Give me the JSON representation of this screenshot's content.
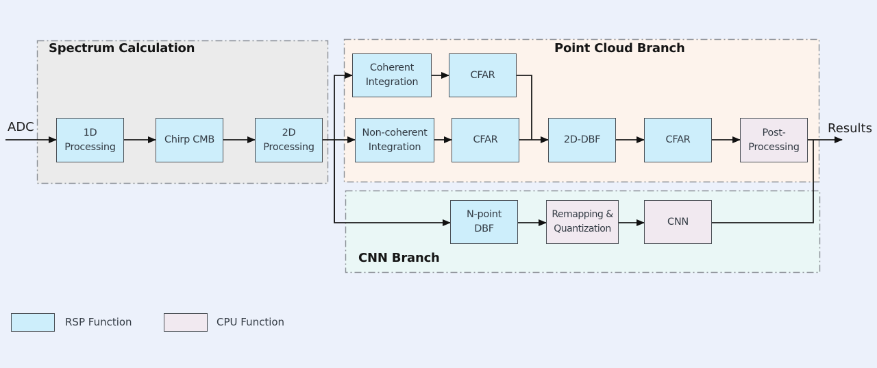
{
  "colors": {
    "background": "#ecf1fb",
    "spectrum_region_fill": "#ebebeb",
    "point_cloud_region_fill": "#fdf3ec",
    "cnn_region_fill": "#eaf7f6",
    "rsp_block_fill": "#cdeefb",
    "cpu_block_fill": "#f1e9f0",
    "border": "#4a4f55",
    "dash_border": "#8a8f95"
  },
  "io": {
    "input_label": "ADC",
    "output_label": "Results"
  },
  "regions": {
    "spectrum": {
      "title": "Spectrum Calculation"
    },
    "point_cloud": {
      "title": "Point Cloud Branch"
    },
    "cnn": {
      "title": "CNN Branch"
    }
  },
  "blocks": {
    "proc_1d": {
      "label": "1D\nProcessing",
      "type": "RSP"
    },
    "chirp_cmb": {
      "label": "Chirp CMB",
      "type": "RSP"
    },
    "proc_2d": {
      "label": "2D\nProcessing",
      "type": "RSP"
    },
    "coherent": {
      "label": "Coherent\nIntegration",
      "type": "RSP"
    },
    "cfar_top": {
      "label": "CFAR",
      "type": "RSP"
    },
    "noncoherent": {
      "label": "Non-coherent\nIntegration",
      "type": "RSP"
    },
    "cfar_mid": {
      "label": "CFAR",
      "type": "RSP"
    },
    "dbf_2d": {
      "label": "2D-DBF",
      "type": "RSP"
    },
    "cfar_final": {
      "label": "CFAR",
      "type": "RSP"
    },
    "post": {
      "label": "Post-\nProcessing",
      "type": "CPU"
    },
    "npoint_dbf": {
      "label": "N-point\nDBF",
      "type": "RSP"
    },
    "remap": {
      "label": "Remapping &\nQuantization",
      "type": "CPU"
    },
    "cnn": {
      "label": "CNN",
      "type": "CPU"
    }
  },
  "legend": [
    {
      "label": "RSP Function",
      "type": "RSP"
    },
    {
      "label": "CPU Function",
      "type": "CPU"
    }
  ]
}
